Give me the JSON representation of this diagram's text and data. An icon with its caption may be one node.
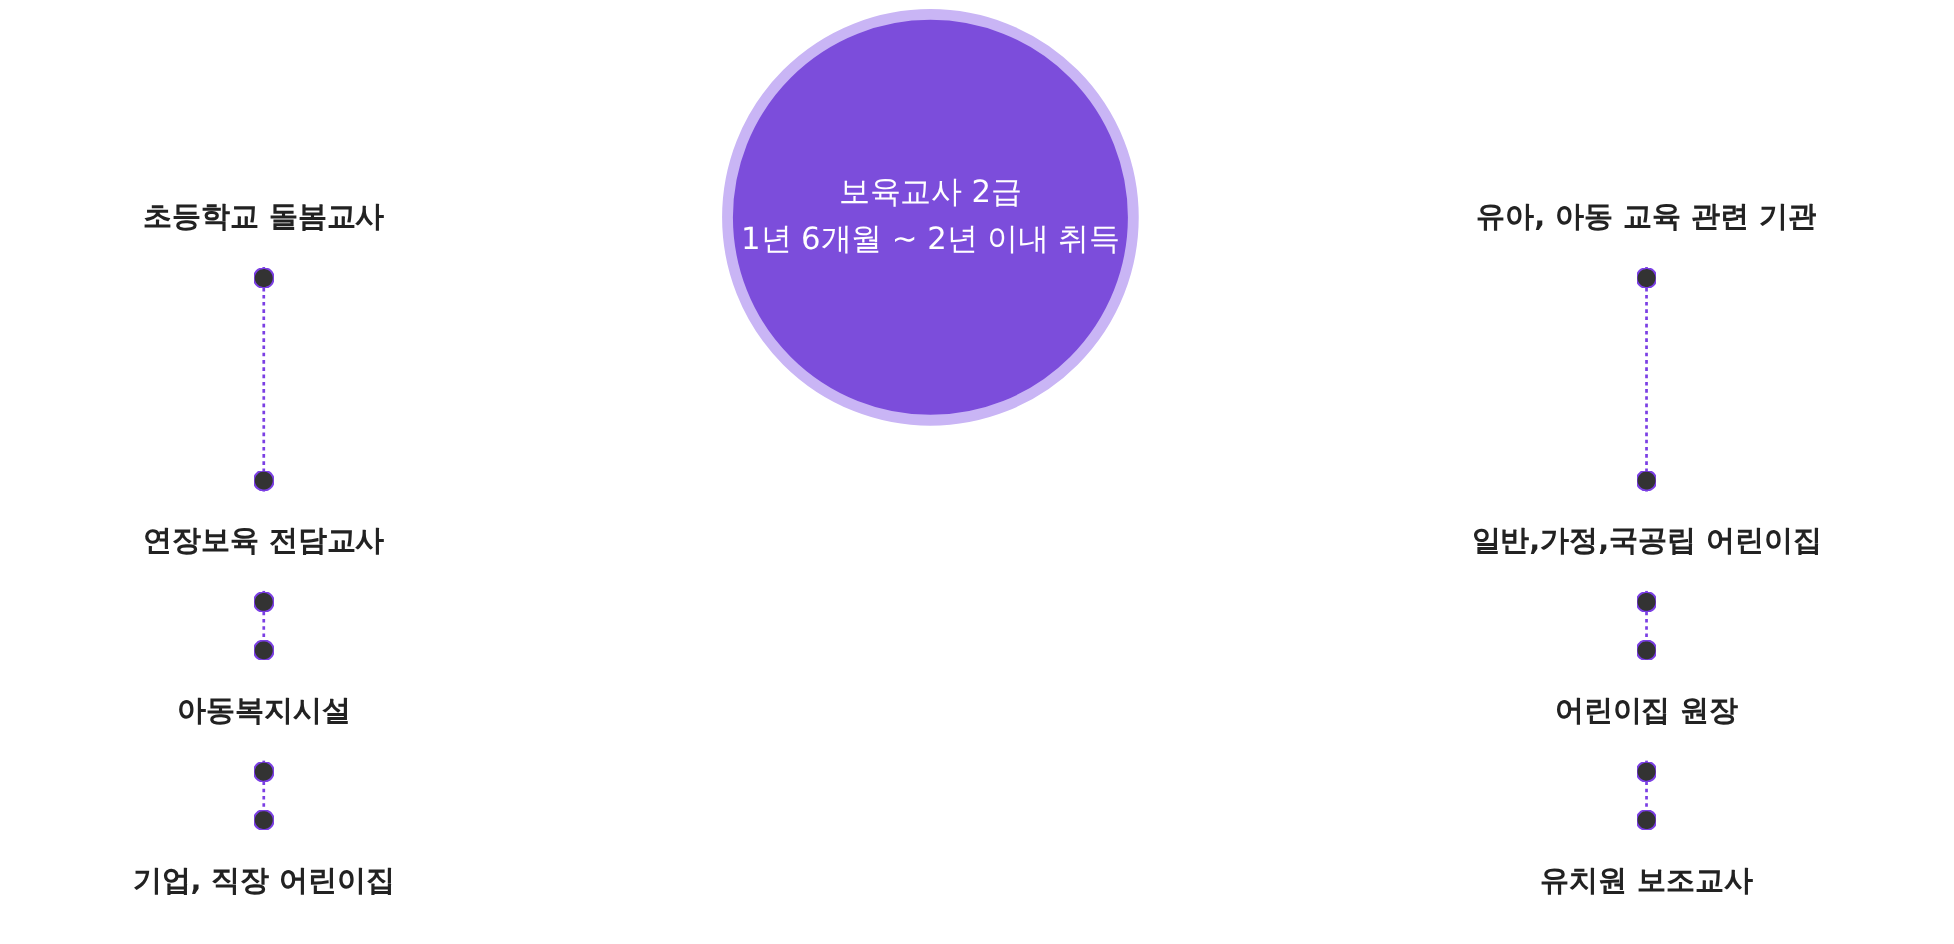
{
  "diagram": {
    "nodes": [
      {
        "text": [
          "초등학교 돌봄교사"
        ]
      },
      {
        "text": [
          "연장보육 전담교사"
        ]
      },
      {
        "text": [
          "아동복지시설"
        ]
      },
      {
        "text": [
          "기업, 직장 어린이집"
        ]
      },
      {
        "text": [
          "보육교사 2급",
          "1년 6개월 ~ 2년 이내 취득"
        ]
      },
      {
        "text": [
          "유아, 아동 교육 관련 기관"
        ]
      },
      {
        "text": [
          "일반,가정,국공립 어린이집"
        ]
      },
      {
        "text": [
          "어린이집 원장"
        ]
      },
      {
        "text": [
          "유치원 보조교사"
        ]
      }
    ],
    "edges": [
      {
        "from": 0,
        "to": 1,
        "arrow": "other",
        "style": "dashed"
      },
      {
        "from": 1,
        "to": 2,
        "arrow": "other",
        "style": "dashed"
      },
      {
        "from": 2,
        "to": 3,
        "arrow": "other",
        "style": "dashed"
      },
      {
        "from": 5,
        "to": 6,
        "arrow": "other",
        "style": "dashed"
      },
      {
        "from": 6,
        "to": 7,
        "arrow": "other",
        "style": "dashed"
      },
      {
        "from": 7,
        "to": 8,
        "arrow": "other",
        "style": "dashed"
      }
    ]
  }
}
